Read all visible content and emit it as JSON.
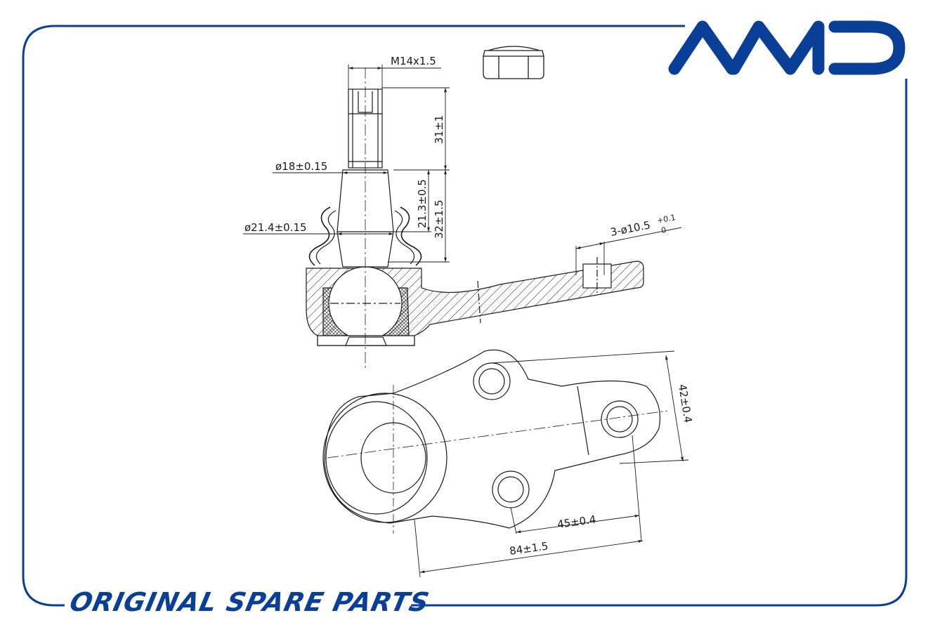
{
  "brand": {
    "logo_text": "AMD",
    "color": "#0a3f98"
  },
  "footer": {
    "text": "ORIGINAL SPARE PARTS"
  },
  "dimensions": {
    "thread": "M14x1.5",
    "thread_length": "31±1",
    "neck_dia": "ø18±0.15",
    "boot_dia": "ø21.4±0.15",
    "cone_height": "21.3±0.5",
    "stud_height": "32±1.5",
    "holes_base": "3-ø10.5",
    "holes_tol_upper": "+0.1",
    "holes_tol_lower": "0",
    "width": "42±0.4",
    "hole_spacing": "45±0.4",
    "overall_length": "84±1.5"
  },
  "colors": {
    "frame": "#0a3f98",
    "line": "#1a1a1a"
  }
}
